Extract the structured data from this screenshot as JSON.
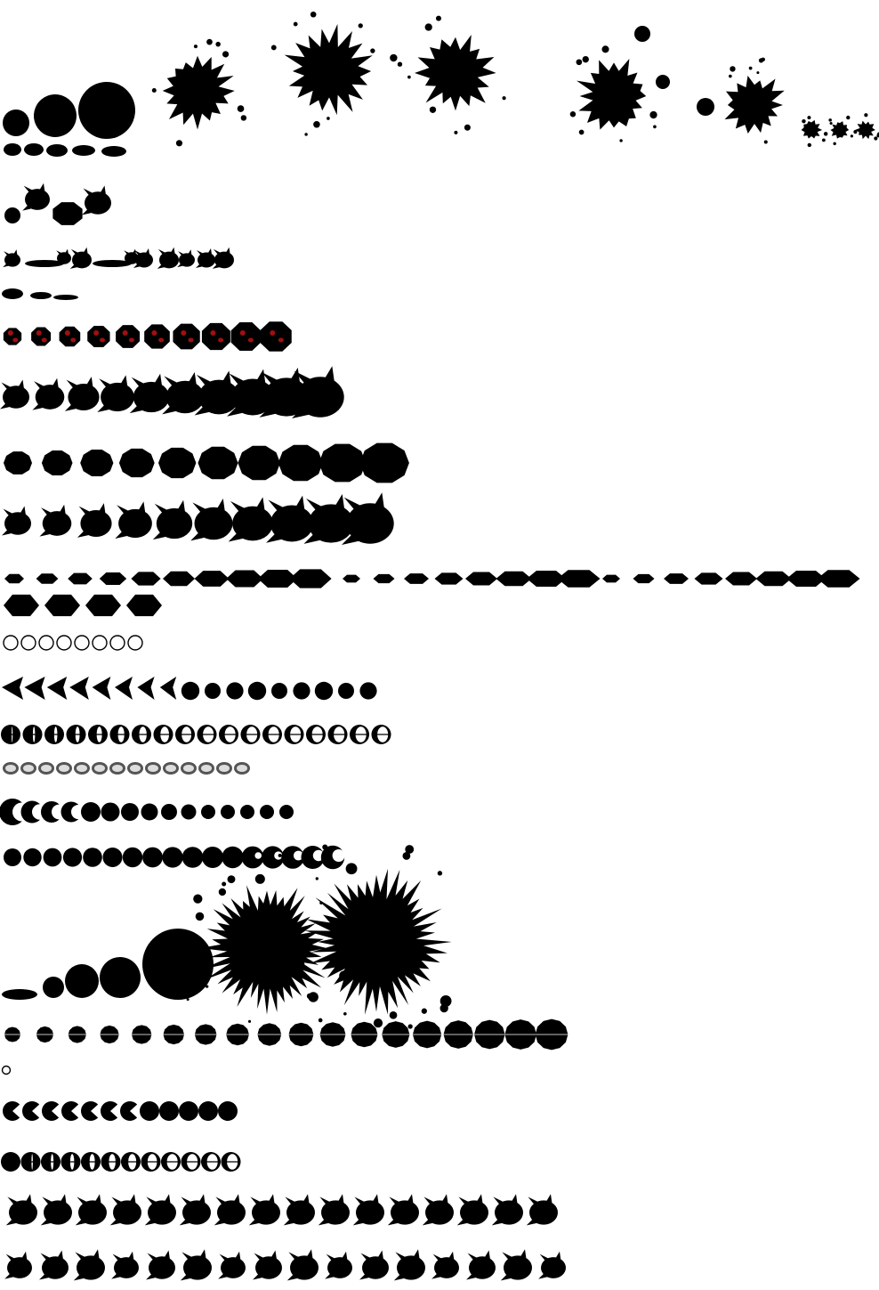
{
  "sheet": {
    "type": "sprite-sheet",
    "background": "#ffffff",
    "sprite_color": "#000000",
    "accent_color": "#a01010",
    "rows": [
      {
        "id": "splat-circles",
        "frames": 3,
        "shape": "circle"
      },
      {
        "id": "splash-blobs",
        "frames": 7,
        "shape": "splat"
      },
      {
        "id": "small-splats",
        "frames": 3,
        "shape": "splat"
      },
      {
        "id": "drop-ellipses",
        "frames": 5,
        "shape": "ellipse"
      },
      {
        "id": "frog-start",
        "frames": 4,
        "shape": "mixed"
      },
      {
        "id": "frog-leap",
        "frames": 10,
        "shape": "creature"
      },
      {
        "id": "streak",
        "frames": 3,
        "shape": "ellipse"
      },
      {
        "id": "red-eye-blob",
        "frames": 10,
        "shape": "diamond-red"
      },
      {
        "id": "morph-a",
        "frames": 10,
        "shape": "creature"
      },
      {
        "id": "blob-grow",
        "frames": 10,
        "shape": "octagon"
      },
      {
        "id": "morph-b",
        "frames": 10,
        "shape": "creature"
      },
      {
        "id": "dash-a",
        "frames": 10,
        "shape": "hexagon"
      },
      {
        "id": "dash-b",
        "frames": 16,
        "shape": "hexagon"
      },
      {
        "id": "dash-c",
        "frames": 4,
        "shape": "hexagon"
      },
      {
        "id": "ring-outline",
        "frames": 8,
        "shape": "ring"
      },
      {
        "id": "chevron-to-ball",
        "frames": 17,
        "shape": "chevron"
      },
      {
        "id": "ball-crescent",
        "frames": 18,
        "shape": "ball-white"
      },
      {
        "id": "grey-ovals",
        "frames": 14,
        "shape": "oval-grey"
      },
      {
        "id": "crescent-to-ball",
        "frames": 15,
        "shape": "ball"
      },
      {
        "id": "ball-glow",
        "frames": 17,
        "shape": "ball-glow"
      },
      {
        "id": "grow-big",
        "frames": 7,
        "shape": "circle"
      },
      {
        "id": "spiked-balls",
        "frames": 18,
        "shape": "spiked"
      },
      {
        "id": "tiny-ring",
        "frames": 1,
        "shape": "ring"
      },
      {
        "id": "crescent-k",
        "frames": 12,
        "shape": "ball"
      },
      {
        "id": "ball-cross",
        "frames": 12,
        "shape": "ball-white"
      },
      {
        "id": "creature-run",
        "frames": 16,
        "shape": "creature"
      },
      {
        "id": "creature-jump",
        "frames": 16,
        "shape": "creature"
      }
    ]
  }
}
